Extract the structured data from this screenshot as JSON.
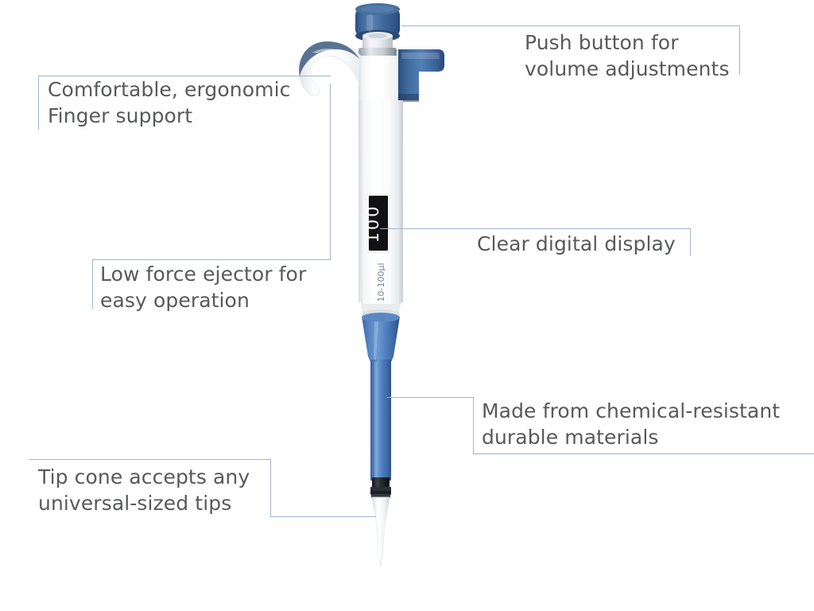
{
  "figure": {
    "subject": "micropipette",
    "background_color": "#ffffff",
    "leader_line_color": "#9fb6cc",
    "text_color": "#58595b"
  },
  "callouts": [
    {
      "id": "push-button",
      "text": "Push button for\nvolume adjustments",
      "target": "push-button-top"
    },
    {
      "id": "finger-support",
      "text": "Comfortable, ergonomic\nFinger support",
      "target": "finger-hook"
    },
    {
      "id": "ejector",
      "text": "Low force ejector for\neasy operation",
      "target": "ejector-arm"
    },
    {
      "id": "digital-display",
      "text": "Clear digital display",
      "target": "volume-display"
    },
    {
      "id": "materials",
      "text": "Made from chemical-resistant\ndurable materials",
      "target": "blue-shaft"
    },
    {
      "id": "tip-cone",
      "text": "Tip cone accepts any\nuniversal-sized tips",
      "target": "tip-cone"
    }
  ],
  "pipette": {
    "display_value": "100",
    "volume_range_label": "10-100µl",
    "body_color": "#ffffff",
    "accent_color": "#4470ab",
    "shaft_color": "#4a78b4",
    "display_background": "#111111",
    "display_digit_color": "#ffffff"
  }
}
